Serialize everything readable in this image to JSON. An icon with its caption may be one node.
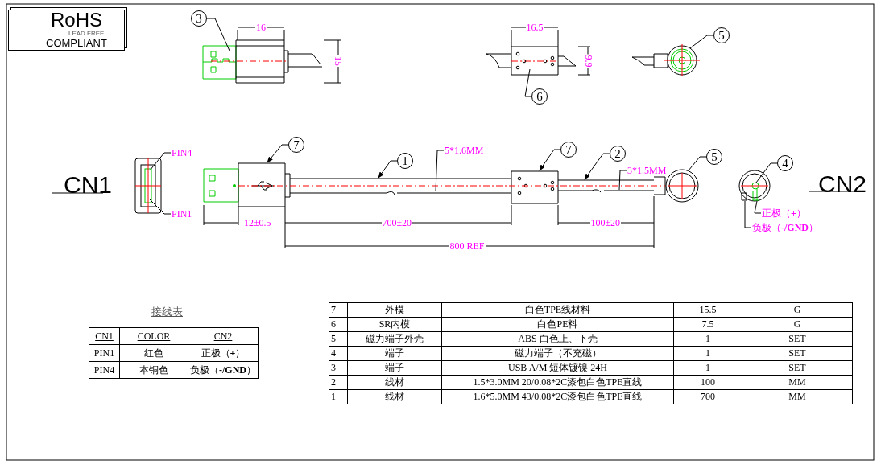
{
  "diagram": {
    "nodes": [
      {
        "text": [
          "3"
        ]
      },
      {
        "text": [
          "6"
        ]
      },
      {
        "text": [
          "5"
        ]
      },
      {
        "text": [
          "PIN4"
        ]
      },
      {
        "text": [
          "PIN1"
        ]
      },
      {
        "text": [
          "7"
        ]
      },
      {
        "text": [
          "1"
        ]
      },
      {
        "text": [
          "5*1.6MM"
        ]
      },
      {
        "text": [
          "7"
        ]
      },
      {
        "text": [
          "2"
        ]
      },
      {
        "text": [
          "3*1.5MM"
        ]
      },
      {
        "text": [
          "5"
        ]
      },
      {
        "text": [
          "4"
        ]
      },
      {
        "text": [
          "正极（**+**）"
        ]
      },
      {
        "text": [
          "负极（**-/GND**）"
        ]
      },
      {
        "text": [],
        "shape": "picture"
      }
    ],
    "edges": [
      {
        "from": 0,
        "to": null,
        "arrow": "none"
      },
      {
        "from": 1,
        "to": null,
        "arrow": "none"
      },
      {
        "from": 2,
        "to": null,
        "arrow": "none"
      },
      {
        "from": 3,
        "to": null,
        "arrow": "none"
      },
      {
        "from": 4,
        "to": null,
        "arrow": "none"
      },
      {
        "from": 5,
        "to": null,
        "arrow": "to"
      },
      {
        "from": 6,
        "to": null,
        "arrow": "to"
      },
      {
        "from": 7,
        "to": null,
        "arrow": "none"
      },
      {
        "from": 8,
        "to": null,
        "arrow": "to"
      },
      {
        "from": 9,
        "to": null,
        "arrow": "to"
      },
      {
        "from": 10,
        "to": null,
        "arrow": "none"
      },
      {
        "from": 11,
        "to": null,
        "arrow": "none"
      },
      {
        "from": 12,
        "to": 15,
        "arrow": "none"
      },
      {
        "from": 13,
        "to": 15,
        "arrow": "none"
      },
      {
        "from": 14,
        "to": 15,
        "arrow": "none"
      }
    ],
    "labels": [
      "RoHS",
      "LEAD FREE",
      "COMPLIANT",
      "16",
      "16.5",
      "15",
      "9.9",
      "CN1",
      "CN2",
      "12±0.5",
      "700±20",
      "100±20",
      "800 REF",
      "7",
      "外模",
      "白色TPE线材料",
      "15.5",
      "G",
      "6",
      "SR内模",
      "白色PE料",
      "7.5",
      "G",
      "5",
      "磁力端子外壳",
      "ABS 白色上、下壳",
      "1",
      "SET",
      "4",
      "端子",
      "磁力端子（不充磁）",
      "1",
      "SET",
      "3",
      "端子",
      "USB A/M 短体镀镍 24H",
      "1",
      "SET",
      "2",
      "线材",
      "1.5*3.0MM 20/0.08*2C漆包白色TPE直线",
      "100",
      "MM",
      "1",
      "线材",
      "1.6*5.0MM 43/0.08*2C漆包白色TPE直线",
      "700",
      "MM",
      "接线表",
      "CN1",
      "COLOR",
      "CN2",
      "PIN1",
      "红色",
      "正极（**+**）",
      "PIN4",
      "本铜色",
      "负极（**-/GND**）"
    ]
  }
}
